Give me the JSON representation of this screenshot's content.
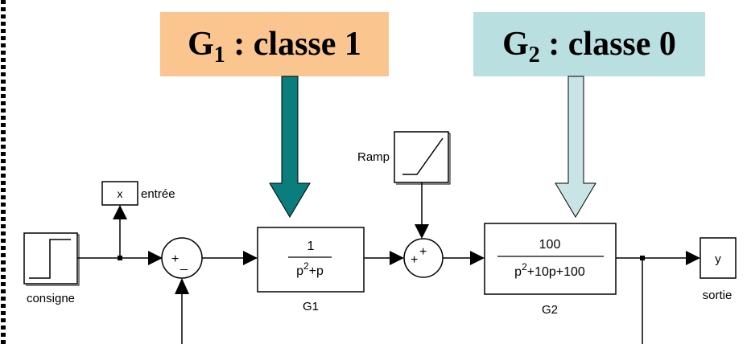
{
  "callouts": {
    "g1": {
      "symbol": "G",
      "subscript": "1",
      "text": " : classe 1",
      "bg_color": "#fbc590",
      "arrow_color": "#0b7d7d"
    },
    "g2": {
      "symbol": "G",
      "subscript": "2",
      "text": " : classe 0",
      "bg_color": "#b9dfe0",
      "arrow_color": "#c8e4e6"
    }
  },
  "blocks": {
    "consigne": {
      "label": "consigne"
    },
    "display_x": {
      "text": "x",
      "label": "entrée"
    },
    "sum1": {
      "plus": "+",
      "minus": "_"
    },
    "g1": {
      "num": "1",
      "den_p": "p",
      "den_exp": "2",
      "den_rest": "+p",
      "label": "G1"
    },
    "ramp": {
      "label": "Ramp"
    },
    "sum2": {
      "plus1": "+",
      "plus2": "+"
    },
    "g2": {
      "num": "100",
      "den_p": "p",
      "den_exp": "2",
      "den_rest": "+10p+100",
      "label": "G2"
    },
    "display_y": {
      "text": "y",
      "label": "sortie"
    }
  }
}
